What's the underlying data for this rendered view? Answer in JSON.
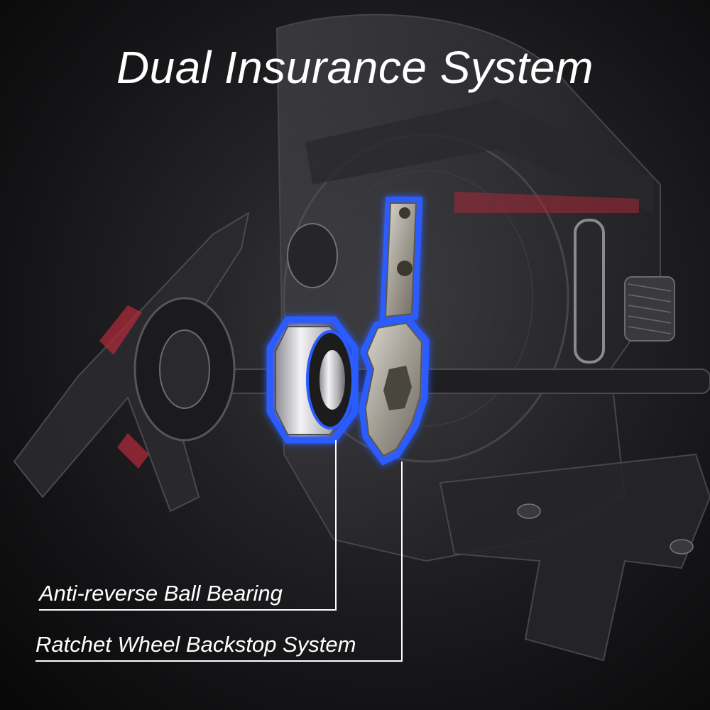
{
  "title": "Dual Insurance System",
  "callouts": {
    "bearing": "Anti-reverse Ball Bearing",
    "ratchet": "Ratchet Wheel Backstop System"
  },
  "colors": {
    "background": "#1c1c1f",
    "highlight_glow": "#2a5cff",
    "text": "#ffffff",
    "accent_red": "#c2283c"
  },
  "illustration": {
    "subject": "fishing-reel-cutaway",
    "components": [
      "ball-bearing-icon",
      "ratchet-pawl-icon",
      "handle-icon",
      "spool-icon"
    ]
  }
}
